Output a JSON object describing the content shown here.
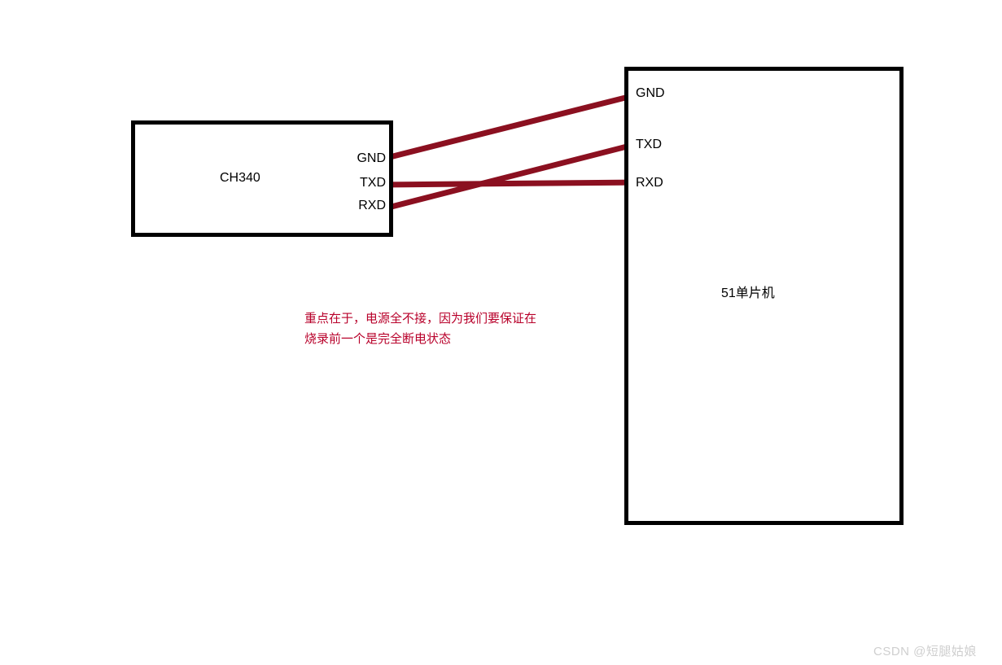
{
  "diagram": {
    "title": "CH340 to 51 MCU serial wiring",
    "background_color": "#ffffff",
    "box_border_color": "#000000",
    "wire_color": "#8b1020",
    "annotation_color": "#b8002a",
    "watermark_color": "#cfcfcf"
  },
  "ch340": {
    "title": "CH340",
    "pins": [
      {
        "label": "GND"
      },
      {
        "label": "TXD"
      },
      {
        "label": "RXD"
      }
    ]
  },
  "mcu": {
    "title": "51单片机",
    "pins": [
      {
        "label": "GND"
      },
      {
        "label": "TXD"
      },
      {
        "label": "RXD"
      }
    ]
  },
  "connections": [
    {
      "from": "CH340 GND",
      "to": "51单片机 GND"
    },
    {
      "from": "CH340 RXD",
      "to": "51单片机 TXD"
    },
    {
      "from": "CH340 TXD",
      "to": "51单片机 RXD"
    }
  ],
  "annotation": {
    "line1": "重点在于，电源全不接，因为我们要保证在",
    "line2": "烧录前一个是完全断电状态"
  },
  "watermark": {
    "text": "CSDN @短腿姑娘"
  }
}
